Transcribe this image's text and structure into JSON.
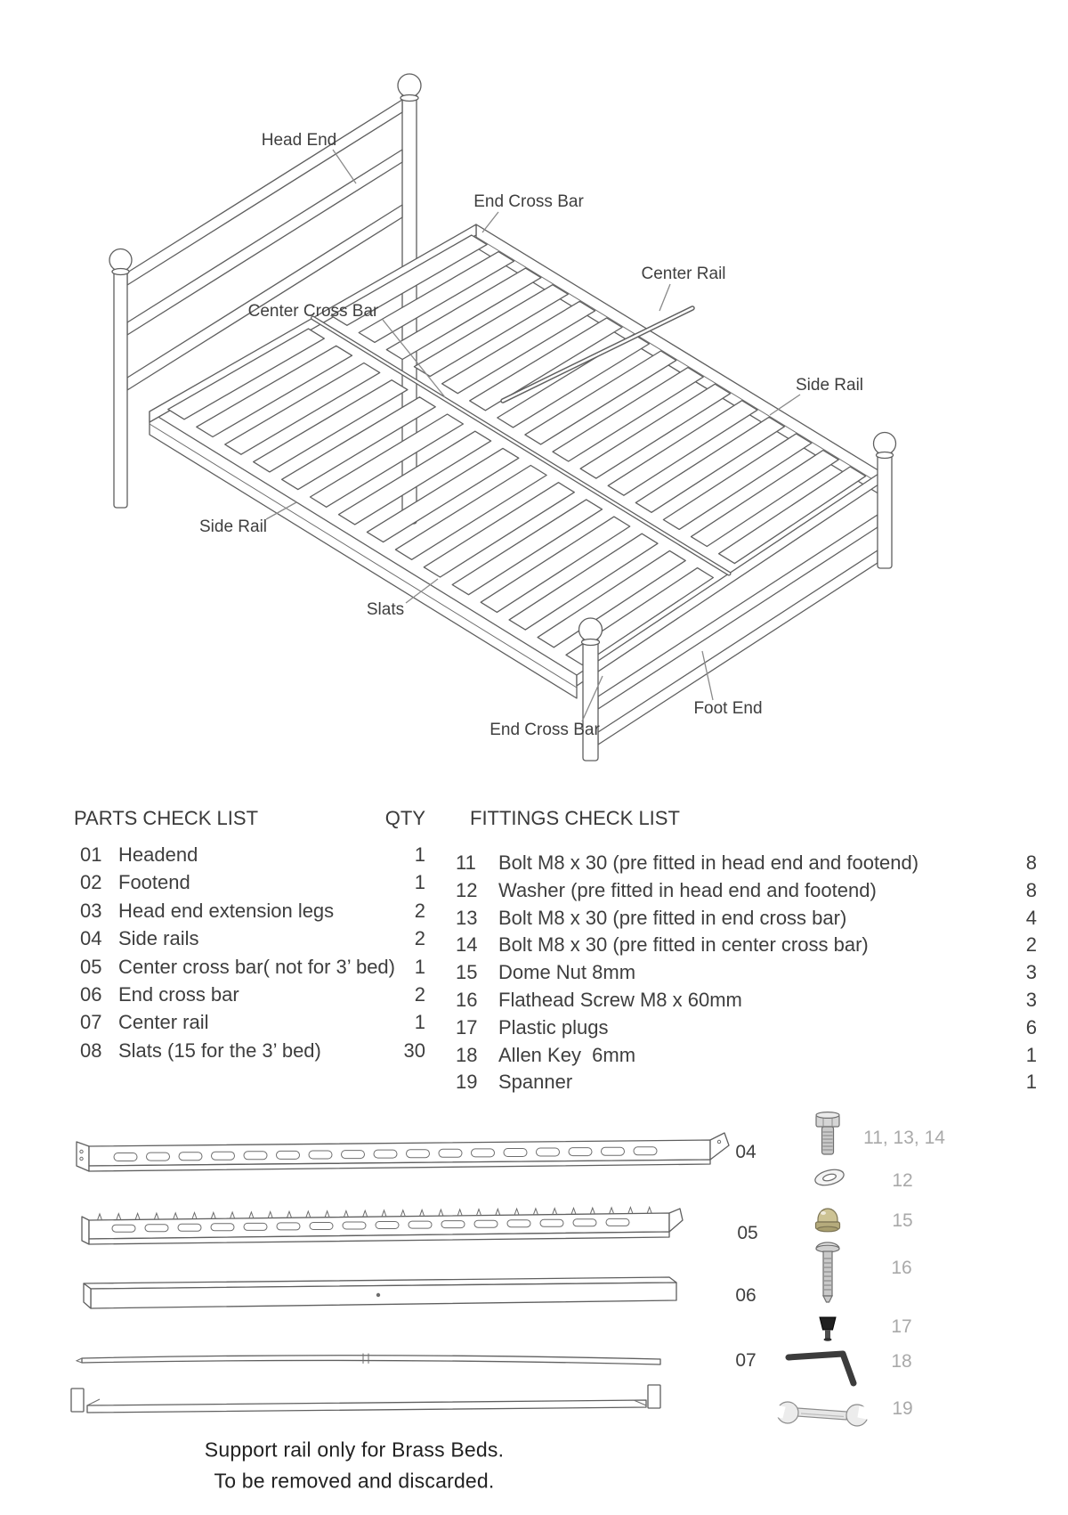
{
  "page": {
    "background": "#ffffff",
    "text_color": "#3e3e3e",
    "muted_label_color": "#a9a9a9",
    "lineart_color": "#5f5f5f"
  },
  "diagram": {
    "labels": {
      "head_end": "Head End",
      "end_cross_bar_top": "End Cross Bar",
      "center_rail": "Center Rail",
      "center_cross_bar": "Center Cross Bar",
      "side_rail_right": "Side Rail",
      "side_rail_left": "Side Rail",
      "slats": "Slats",
      "foot_end": "Foot End",
      "end_cross_bar_bottom": "End Cross Bar"
    }
  },
  "parts_list": {
    "title": "PARTS CHECK LIST",
    "qty_header": "QTY",
    "rows": [
      {
        "num": "01",
        "name": "Headend",
        "qty": "1"
      },
      {
        "num": "02",
        "name": "Footend",
        "qty": "1"
      },
      {
        "num": "03",
        "name": "Head end extension legs",
        "qty": "2"
      },
      {
        "num": "04",
        "name": "Side rails",
        "qty": "2"
      },
      {
        "num": "05",
        "name": "Center cross bar( not for 3’ bed)",
        "qty": "1"
      },
      {
        "num": "06",
        "name": "End cross bar",
        "qty": "2"
      },
      {
        "num": "07",
        "name": "Center rail",
        "qty": "1"
      },
      {
        "num": "08",
        "name": "Slats (15 for the 3’ bed)",
        "qty": "30"
      }
    ]
  },
  "fittings_list": {
    "title": "FITTINGS CHECK LIST",
    "rows": [
      {
        "num": "11",
        "name": "Bolt M8 x 30 (pre fitted in head end and footend)",
        "qty": "8"
      },
      {
        "num": "12",
        "name": "Washer (pre fitted in head end and footend)",
        "qty": "8"
      },
      {
        "num": "13",
        "name": "Bolt M8 x 30 (pre fitted in end cross bar)",
        "qty": "4"
      },
      {
        "num": "14",
        "name": "Bolt M8 x 30 (pre fitted in center cross bar)",
        "qty": "2"
      },
      {
        "num": "15",
        "name": "Dome Nut 8mm",
        "qty": "3"
      },
      {
        "num": "16",
        "name": "Flathead Screw M8 x 60mm",
        "qty": "3"
      },
      {
        "num": "17",
        "name": "Plastic plugs",
        "qty": "6"
      },
      {
        "num": "18",
        "name": "Allen Key  6mm",
        "qty": "1"
      },
      {
        "num": "19",
        "name": "Spanner",
        "qty": "1"
      }
    ]
  },
  "parts_gallery": {
    "items": [
      {
        "id": "04",
        "icon": "side-rail-drawing"
      },
      {
        "id": "05",
        "icon": "center-cross-bar-drawing"
      },
      {
        "id": "06",
        "icon": "end-cross-bar-drawing"
      },
      {
        "id": "07",
        "icon": "center-rail-drawing"
      }
    ],
    "note_line1": "Support rail only for Brass Beds.",
    "note_line2": "To be removed and discarded."
  },
  "fittings_gallery": {
    "items": [
      {
        "label": "11, 13, 14",
        "icon": "bolt-icon"
      },
      {
        "label": "12",
        "icon": "washer-icon"
      },
      {
        "label": "15",
        "icon": "dome-nut-icon"
      },
      {
        "label": "16",
        "icon": "flathead-screw-icon"
      },
      {
        "label": "17",
        "icon": "plastic-plug-icon"
      },
      {
        "label": "18",
        "icon": "allen-key-icon"
      },
      {
        "label": "19",
        "icon": "spanner-icon"
      }
    ]
  }
}
